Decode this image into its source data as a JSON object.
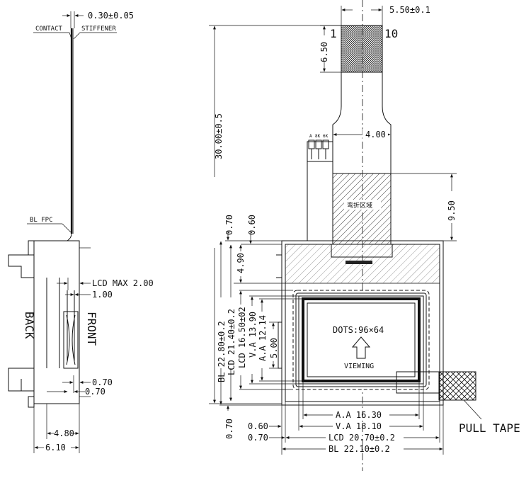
{
  "side_view": {
    "thickness_dim": "0.30±0.05",
    "contact_label": "CONTACT",
    "stiffener_label": "STIFFENER",
    "bl_fpc_label": "BL FPC",
    "back_label": "BACK",
    "front_label": "FRONT",
    "lcd_max_dim": "LCD MAX 2.00",
    "dim_1_00": "1.00",
    "dim_0_70_a": "0.70",
    "dim_0_70_b": "0.70",
    "dim_4_80": "4.80",
    "dim_6_10": "6.10"
  },
  "front_view": {
    "fpc_width_dim": "5.50±0.1",
    "pin_first": "1",
    "pin_last": "10",
    "contact_len_dim": "6.50",
    "total_height_dim": "30.00±0.5",
    "fpc_neck_dim": "4.00",
    "bend_zone_dim": "9.50",
    "bend_zone_label": "弯折区域",
    "pad_labels": [
      "A",
      "8K",
      "6K"
    ],
    "dim_0_70_top": "0.70",
    "dim_0_60_top": "0.60",
    "dim_4_90": "4.90",
    "bl_height_dim": "BL 22.80±0.2",
    "lcd_height_dim": "LCD 21.40±0.2",
    "lcd_inner_height_dim": "LCD 16.50±02",
    "va_height_dim": "V.A 13.90",
    "aa_height_dim": "A.A 12.14",
    "dim_5_00": "5.00",
    "dots_label": "DOTS:96×64",
    "viewing_label": "VIEWING",
    "pull_tape_label": "PULL TAPE",
    "aa_width_dim": "A.A 16.30",
    "va_width_dim": "V.A 18.10",
    "lcd_width_dim": "LCD 20.70±0.2",
    "bl_width_dim": "BL 22.10±0.2",
    "dim_0_60_bottom": "0.60",
    "dim_0_70_bottom": "0.70",
    "dim_0_70_left": "0.70"
  }
}
